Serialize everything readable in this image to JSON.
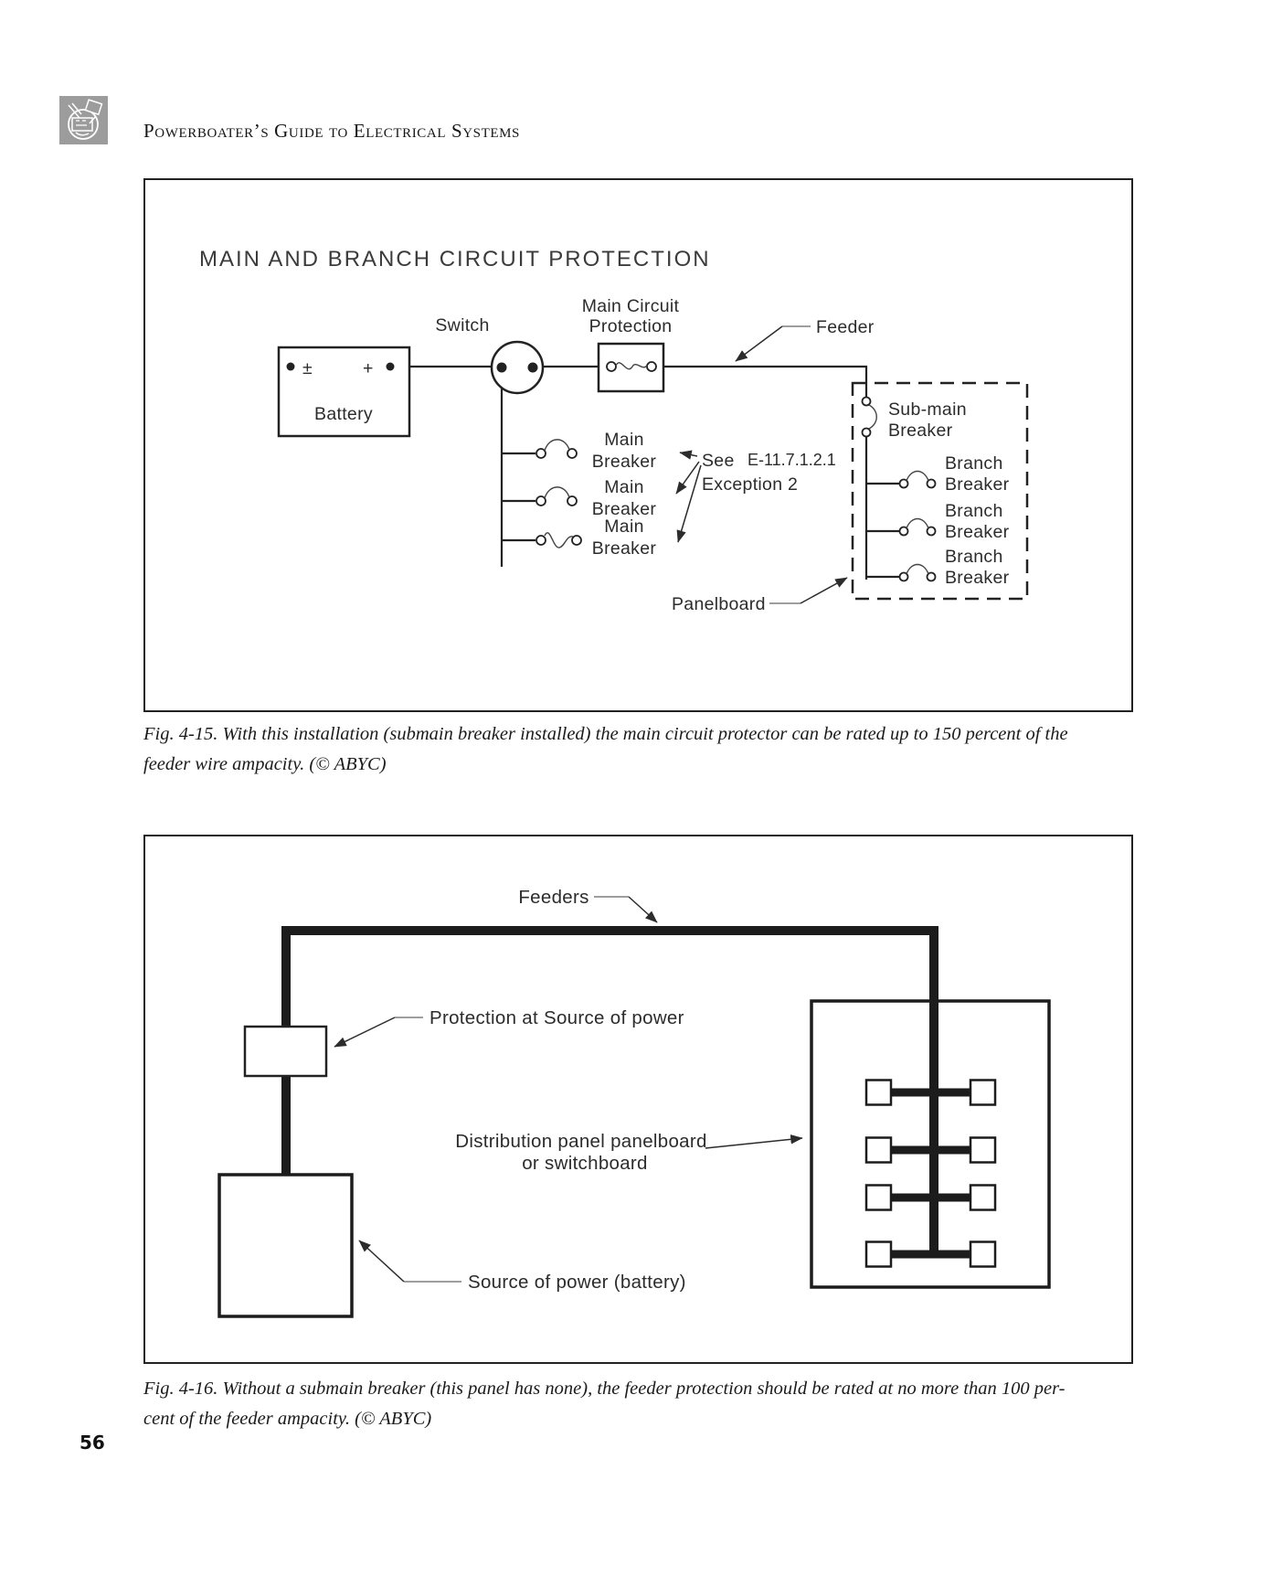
{
  "header": {
    "title": "Powerboater’s Guide to Electrical Systems"
  },
  "page_number": "56",
  "colors": {
    "ink": "#1d1d1d",
    "leader_gray": "#9e9e9e",
    "logo_gray": "#9c9c9c"
  },
  "figure1": {
    "title": "MAIN AND BRANCH CIRCUIT PROTECTION",
    "battery_label": "Battery",
    "battery_minus": "±",
    "battery_plus": "+",
    "switch_label": "Switch",
    "mcp": {
      "line1": "Main Circuit",
      "line2": "Protection"
    },
    "feeder_label": "Feeder",
    "main_breaker": {
      "line1": "Main",
      "line2": "Breaker"
    },
    "note": {
      "see": "See",
      "code": "E-11.7.1.2.1",
      "line2": "Exception 2"
    },
    "submain": {
      "line1": "Sub-main",
      "line2": "Breaker"
    },
    "branch": {
      "line1": "Branch",
      "line2": "Breaker"
    },
    "panelboard_label": "Panelboard",
    "caption": {
      "line1": "Fig. 4-15. With this installation (submain breaker installed) the main circuit protector can be rated up to 150 percent of the",
      "line2": "feeder wire ampacity. (© ABYC)"
    }
  },
  "figure2": {
    "feeders_label": "Feeders",
    "protection_label": "Protection at Source of power",
    "distribution": {
      "line1": "Distribution panel panelboard",
      "line2": "or switchboard"
    },
    "source_label": "Source of power (battery)",
    "caption": {
      "line1": "Fig. 4-16. Without a submain breaker (this panel has none), the feeder protection should be rated at no more than 100 per-",
      "line2": "cent of the feeder ampacity. (© ABYC)"
    }
  }
}
